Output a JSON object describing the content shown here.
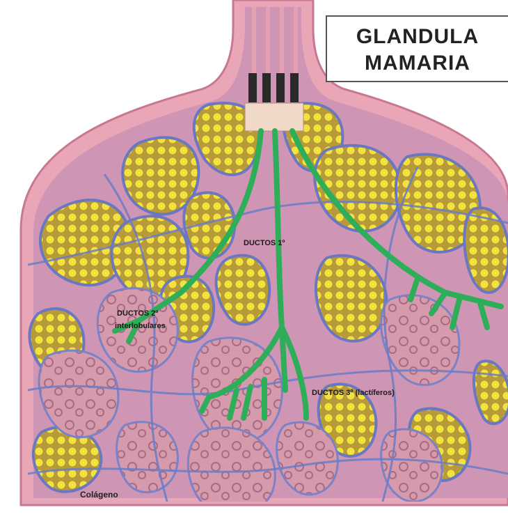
{
  "title": {
    "line1": "GLANDULA",
    "line2": "MAMARIA"
  },
  "labels": {
    "ducto1": "DUCTOS 1º",
    "ducto2a": "DUCTOS 2º",
    "ducto2b": "interlobulares",
    "ducto3": "DUCTOS 3º (lactíferos)",
    "collagen": "Colágeno"
  },
  "colors": {
    "skin": "#e8a3b3",
    "stroma": "#d59ab8",
    "fat_lobule": "#c8b23a",
    "fat_cell": "#f2e23a",
    "duct": "#2fb25a",
    "blue_fiber": "#6f7fc8",
    "glandular": "#c98da0"
  }
}
